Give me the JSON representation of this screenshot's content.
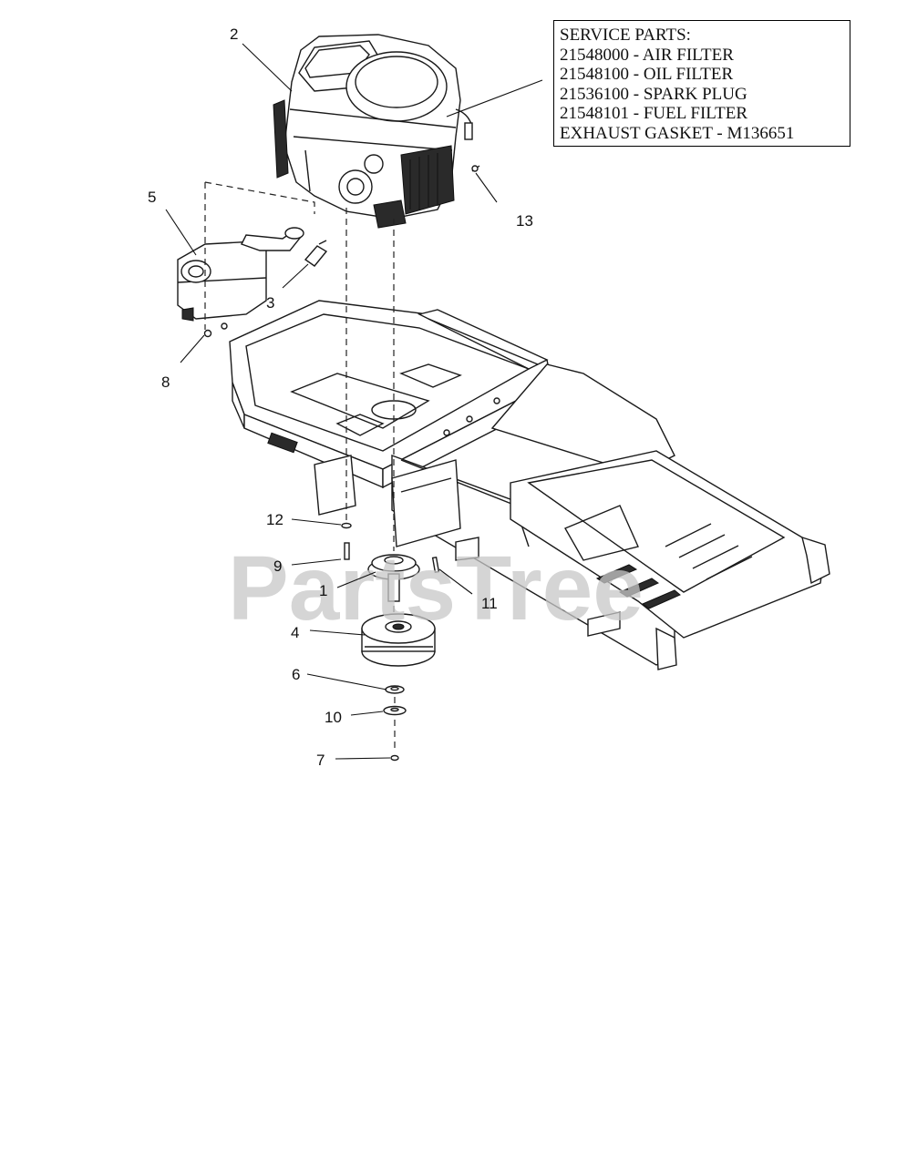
{
  "service_parts": {
    "heading": "SERVICE PARTS:",
    "lines": [
      "21548000 - AIR FILTER",
      "21548100 - OIL FILTER",
      "21536100 - SPARK PLUG",
      "21548101 - FUEL FILTER",
      "EXHAUST GASKET - M136651"
    ]
  },
  "callouts": {
    "c1": "1",
    "c2": "2",
    "c3": "3",
    "c4": "4",
    "c5": "5",
    "c6": "6",
    "c7": "7",
    "c8": "8",
    "c9": "9",
    "c10": "10",
    "c11": "11",
    "c12": "12",
    "c13": "13"
  },
  "watermark": "PartsTree",
  "colors": {
    "ink": "#1a1a1a",
    "watermark": "#c8c8c8",
    "background": "#ffffff"
  }
}
